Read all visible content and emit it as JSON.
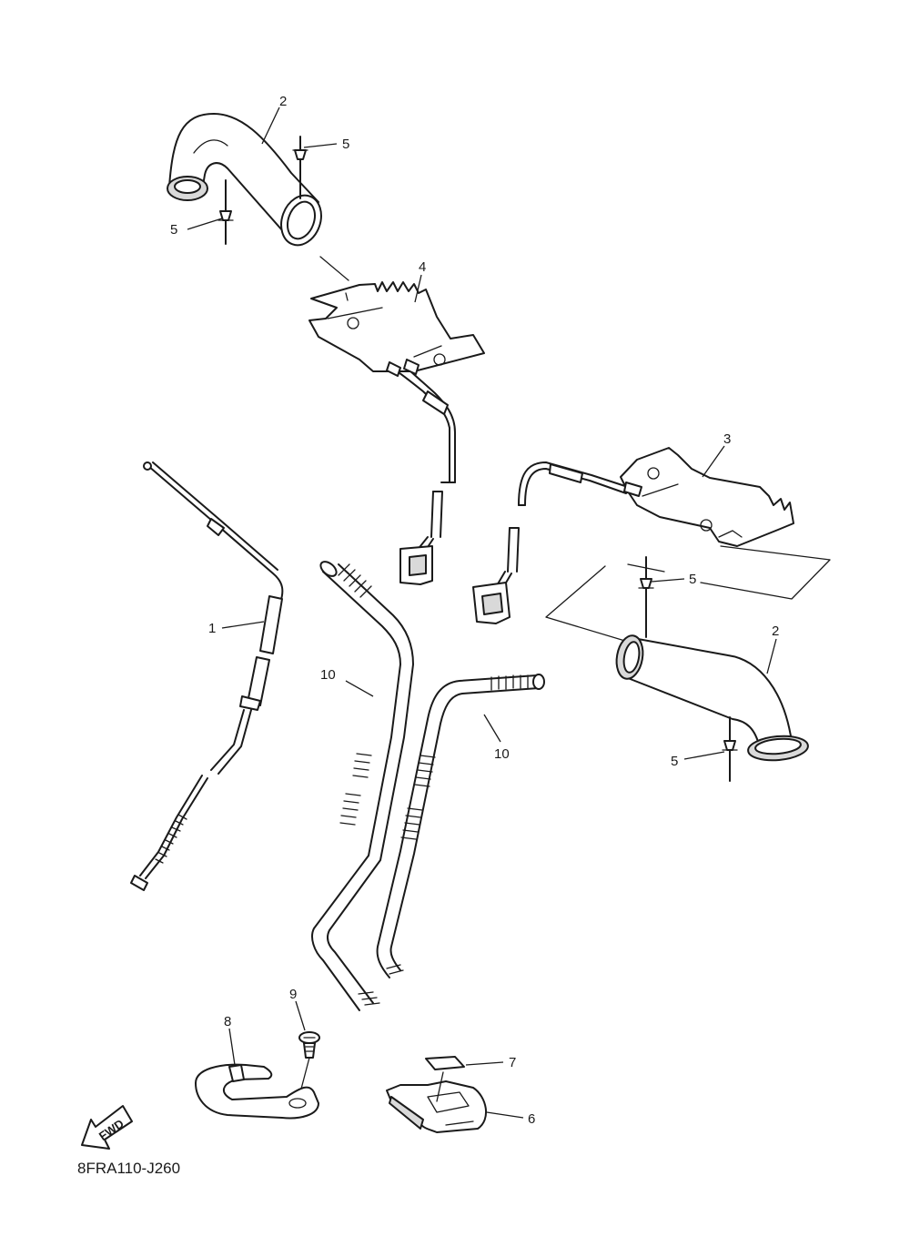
{
  "diagram_code": "8FRA110-J260",
  "fwd_label": "FWD",
  "callouts": {
    "c2_top": "2",
    "c5_top_right": "5",
    "c5_top_left": "5",
    "c4": "4",
    "c3": "3",
    "c1": "1",
    "c5_mid": "5",
    "c2_right": "2",
    "c10_left": "10",
    "c10_right": "10",
    "c5_low": "5",
    "c9": "9",
    "c8": "8",
    "c7": "7",
    "c6": "6"
  }
}
